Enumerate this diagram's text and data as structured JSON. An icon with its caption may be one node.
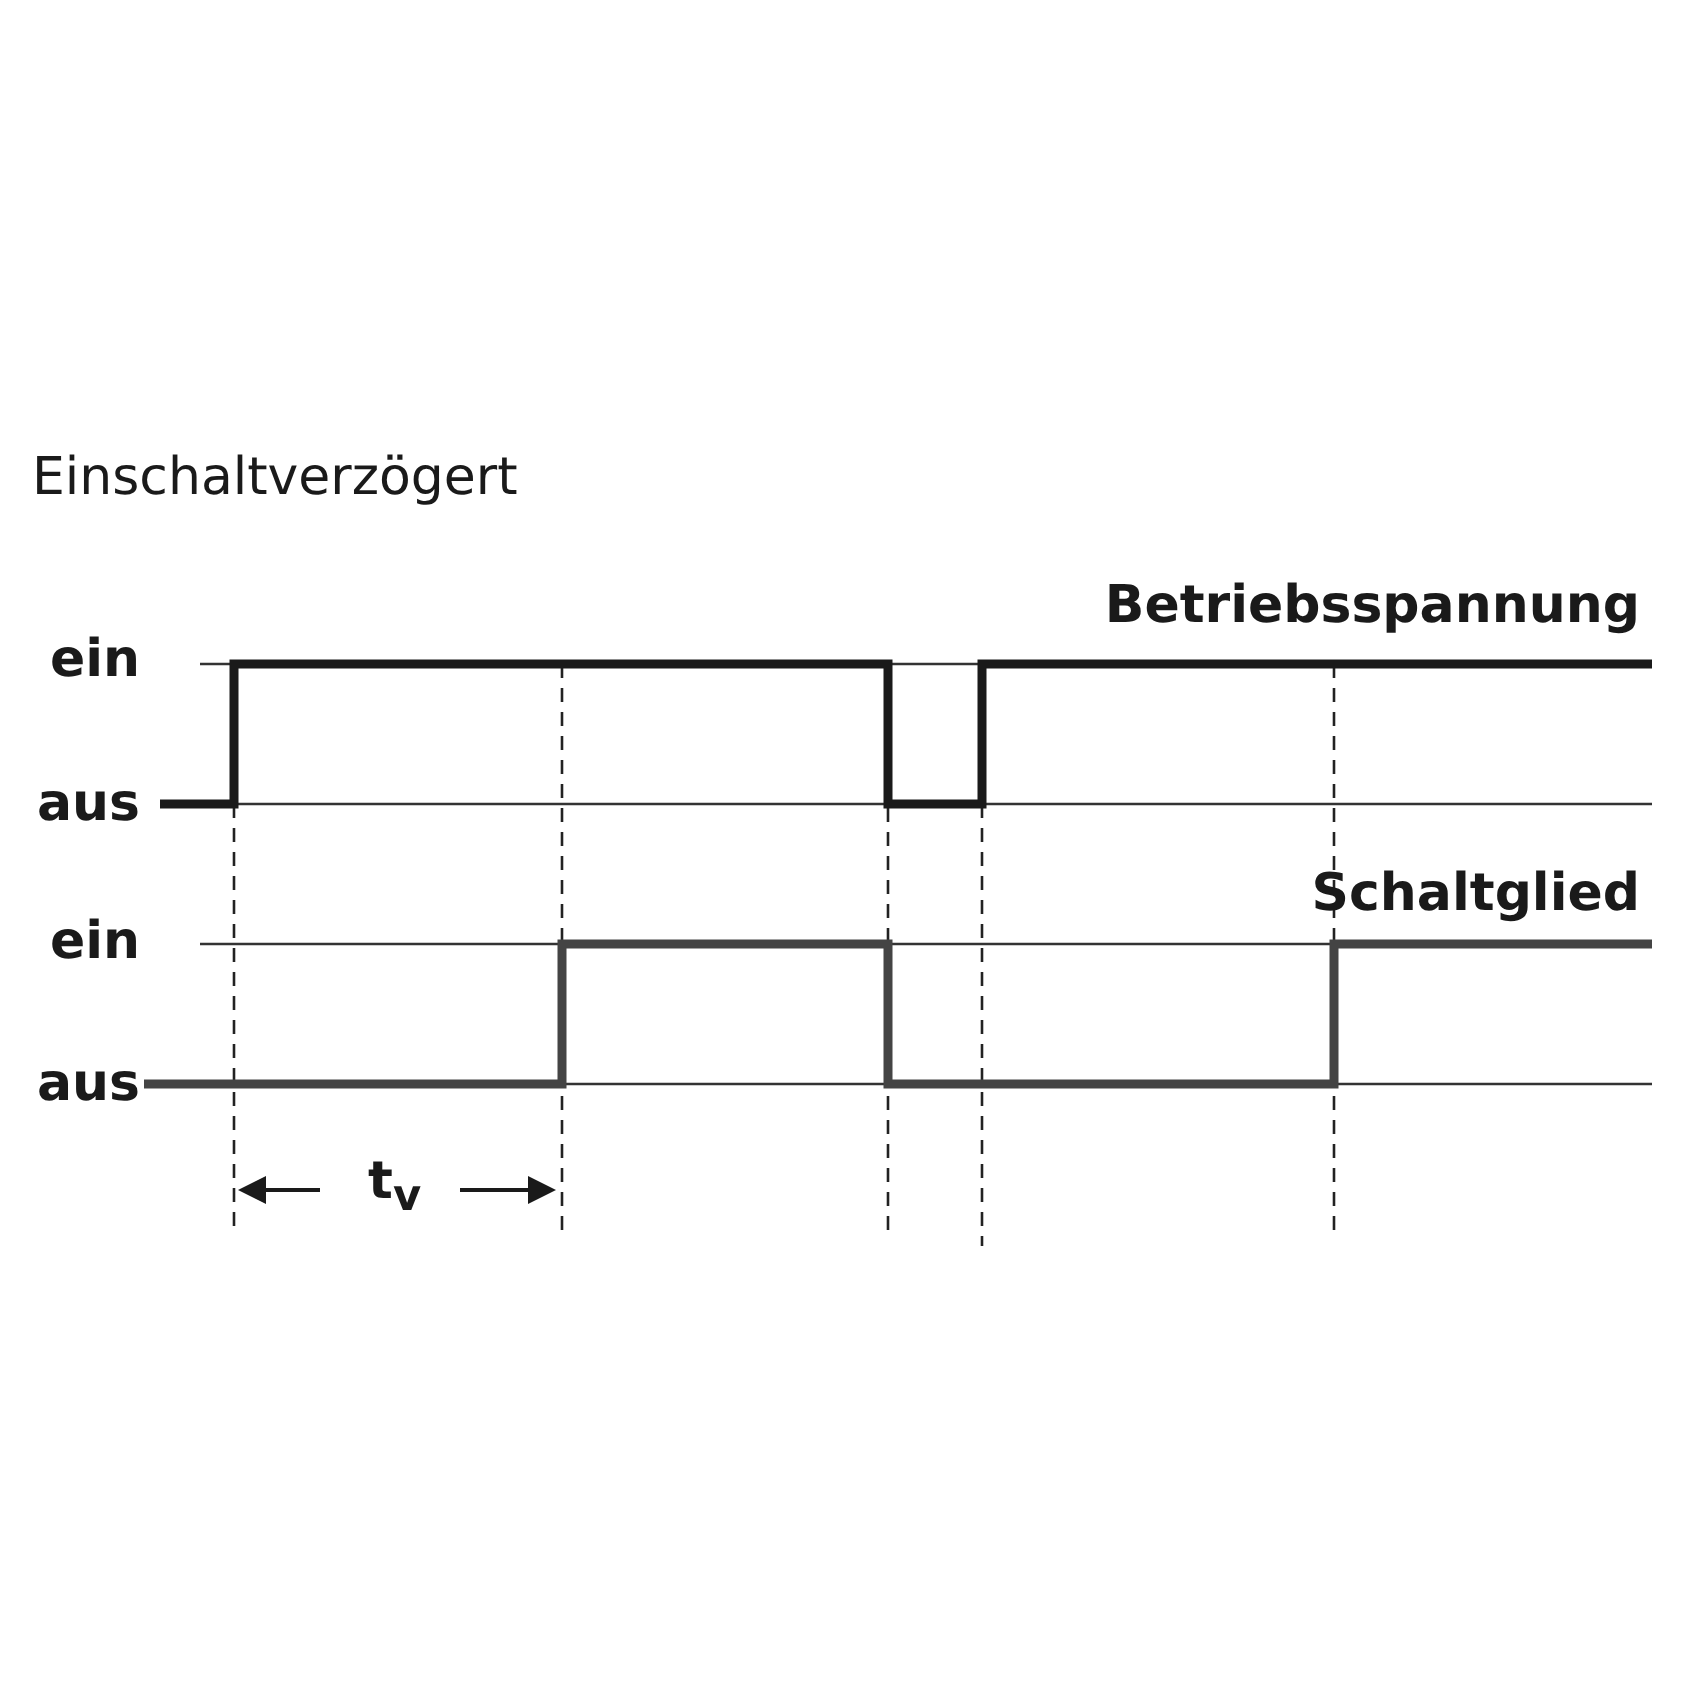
{
  "diagram": {
    "title": "Einschaltverzögert",
    "labels": [
      "Betriebsspannung",
      "ein",
      "aus",
      "Schaltglied",
      "ein",
      "aus",
      "t$_{v}$"
    ]
  }
}
